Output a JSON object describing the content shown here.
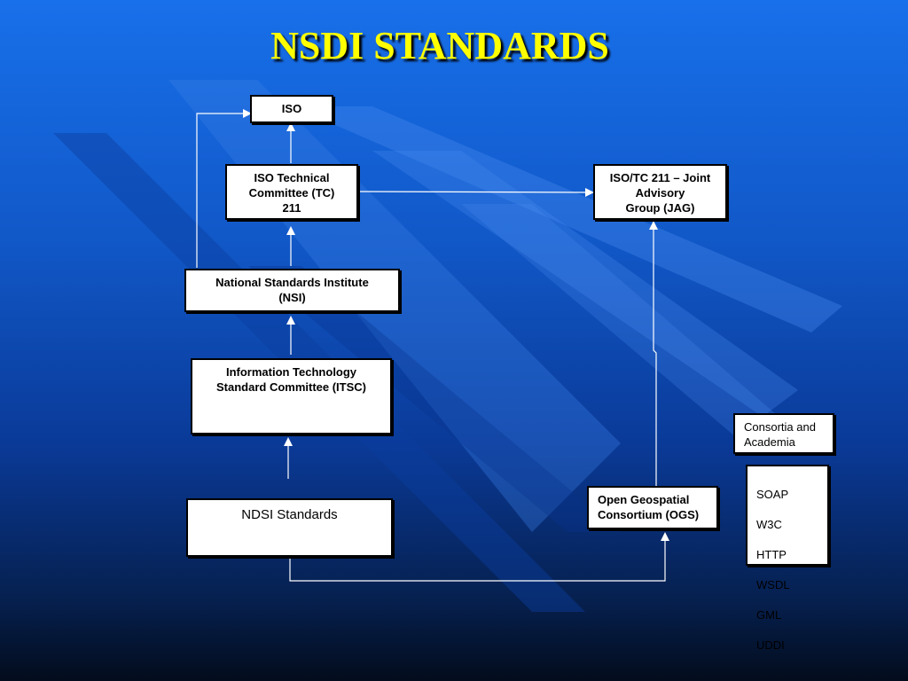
{
  "title": "NSDI STANDARDS",
  "nodes": {
    "iso": "ISO",
    "iso_tc": "ISO Technical\nCommittee (TC)\n211",
    "jag": "ISO/TC 211 – Joint\nAdvisory\nGroup (JAG)",
    "nsi": "National Standards Institute\n(NSI)",
    "itsc": "Information Technology\nStandard Committee (ITSC)",
    "ndsi": "NDSI Standards",
    "ogs": "Open Geospatial\nConsortium (OGS)",
    "consortia": "Consortia and\nAcademia",
    "standards_list": [
      "SOAP",
      "W3C",
      "HTTP",
      "WSDL",
      "GML",
      "UDDI"
    ]
  },
  "colors": {
    "title": "#ffff00",
    "background_top": "#1870ea",
    "background_bottom": "#030c1c",
    "box_fill": "#ffffff",
    "connector": "#ffffff"
  }
}
